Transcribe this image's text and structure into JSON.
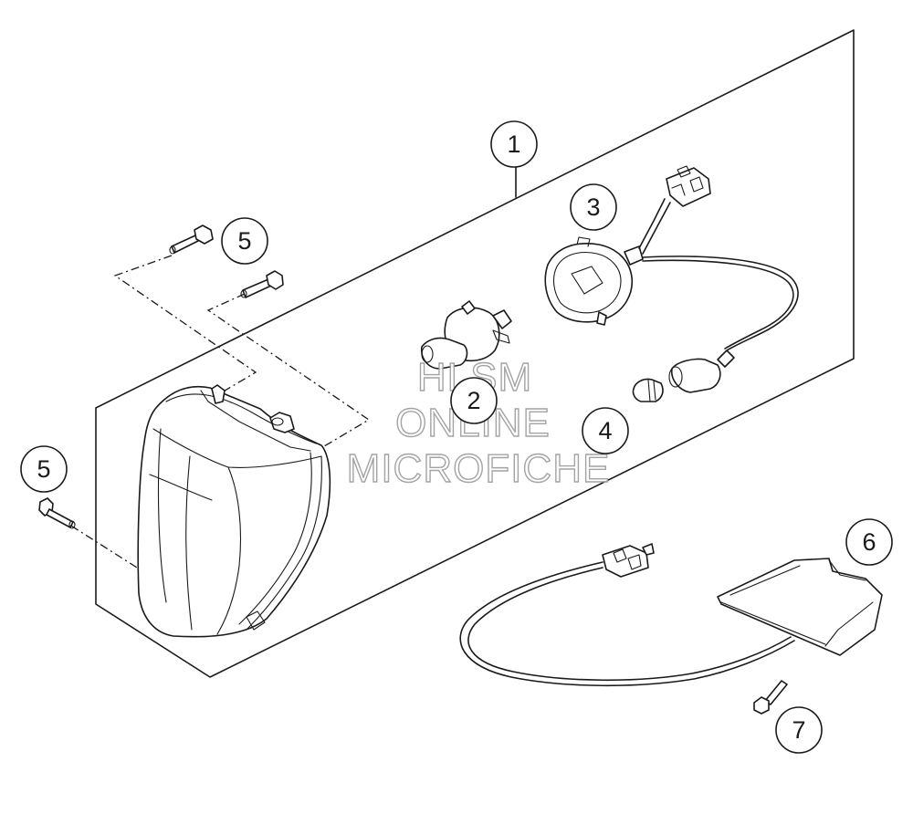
{
  "callouts": [
    {
      "id": "1",
      "label": "1"
    },
    {
      "id": "2",
      "label": "2"
    },
    {
      "id": "3",
      "label": "3"
    },
    {
      "id": "4",
      "label": "4"
    },
    {
      "id": "5a",
      "label": "5"
    },
    {
      "id": "5b",
      "label": "5"
    },
    {
      "id": "6",
      "label": "6"
    },
    {
      "id": "7",
      "label": "7"
    }
  ],
  "watermark": {
    "line1": "HLSM",
    "line2": "ONLINE",
    "line3": "MICROFICHE"
  },
  "colors": {
    "line": "#1a1a1a",
    "background": "#ffffff",
    "watermark_outline": "#9a9a9a"
  }
}
